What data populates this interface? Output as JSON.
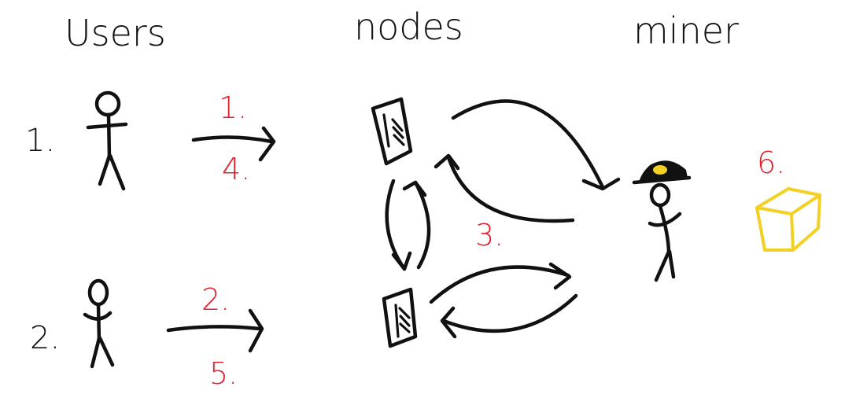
{
  "columns": {
    "users": "Users",
    "nodes": "nodes",
    "miner": "miner"
  },
  "user_labels": [
    "1.",
    "2."
  ],
  "steps": {
    "s1": "1.",
    "s2": "2.",
    "s3": "3.",
    "s4": "4.",
    "s5": "5.",
    "s6": "6."
  },
  "colors": {
    "ink": "#111111",
    "step_red": "#e0202a",
    "block_yellow": "#f2d024",
    "helmet_light": "#f2d024"
  },
  "icons": [
    "stick-figure-icon",
    "document-icon",
    "miner-helmet-icon",
    "block-cube-icon"
  ]
}
